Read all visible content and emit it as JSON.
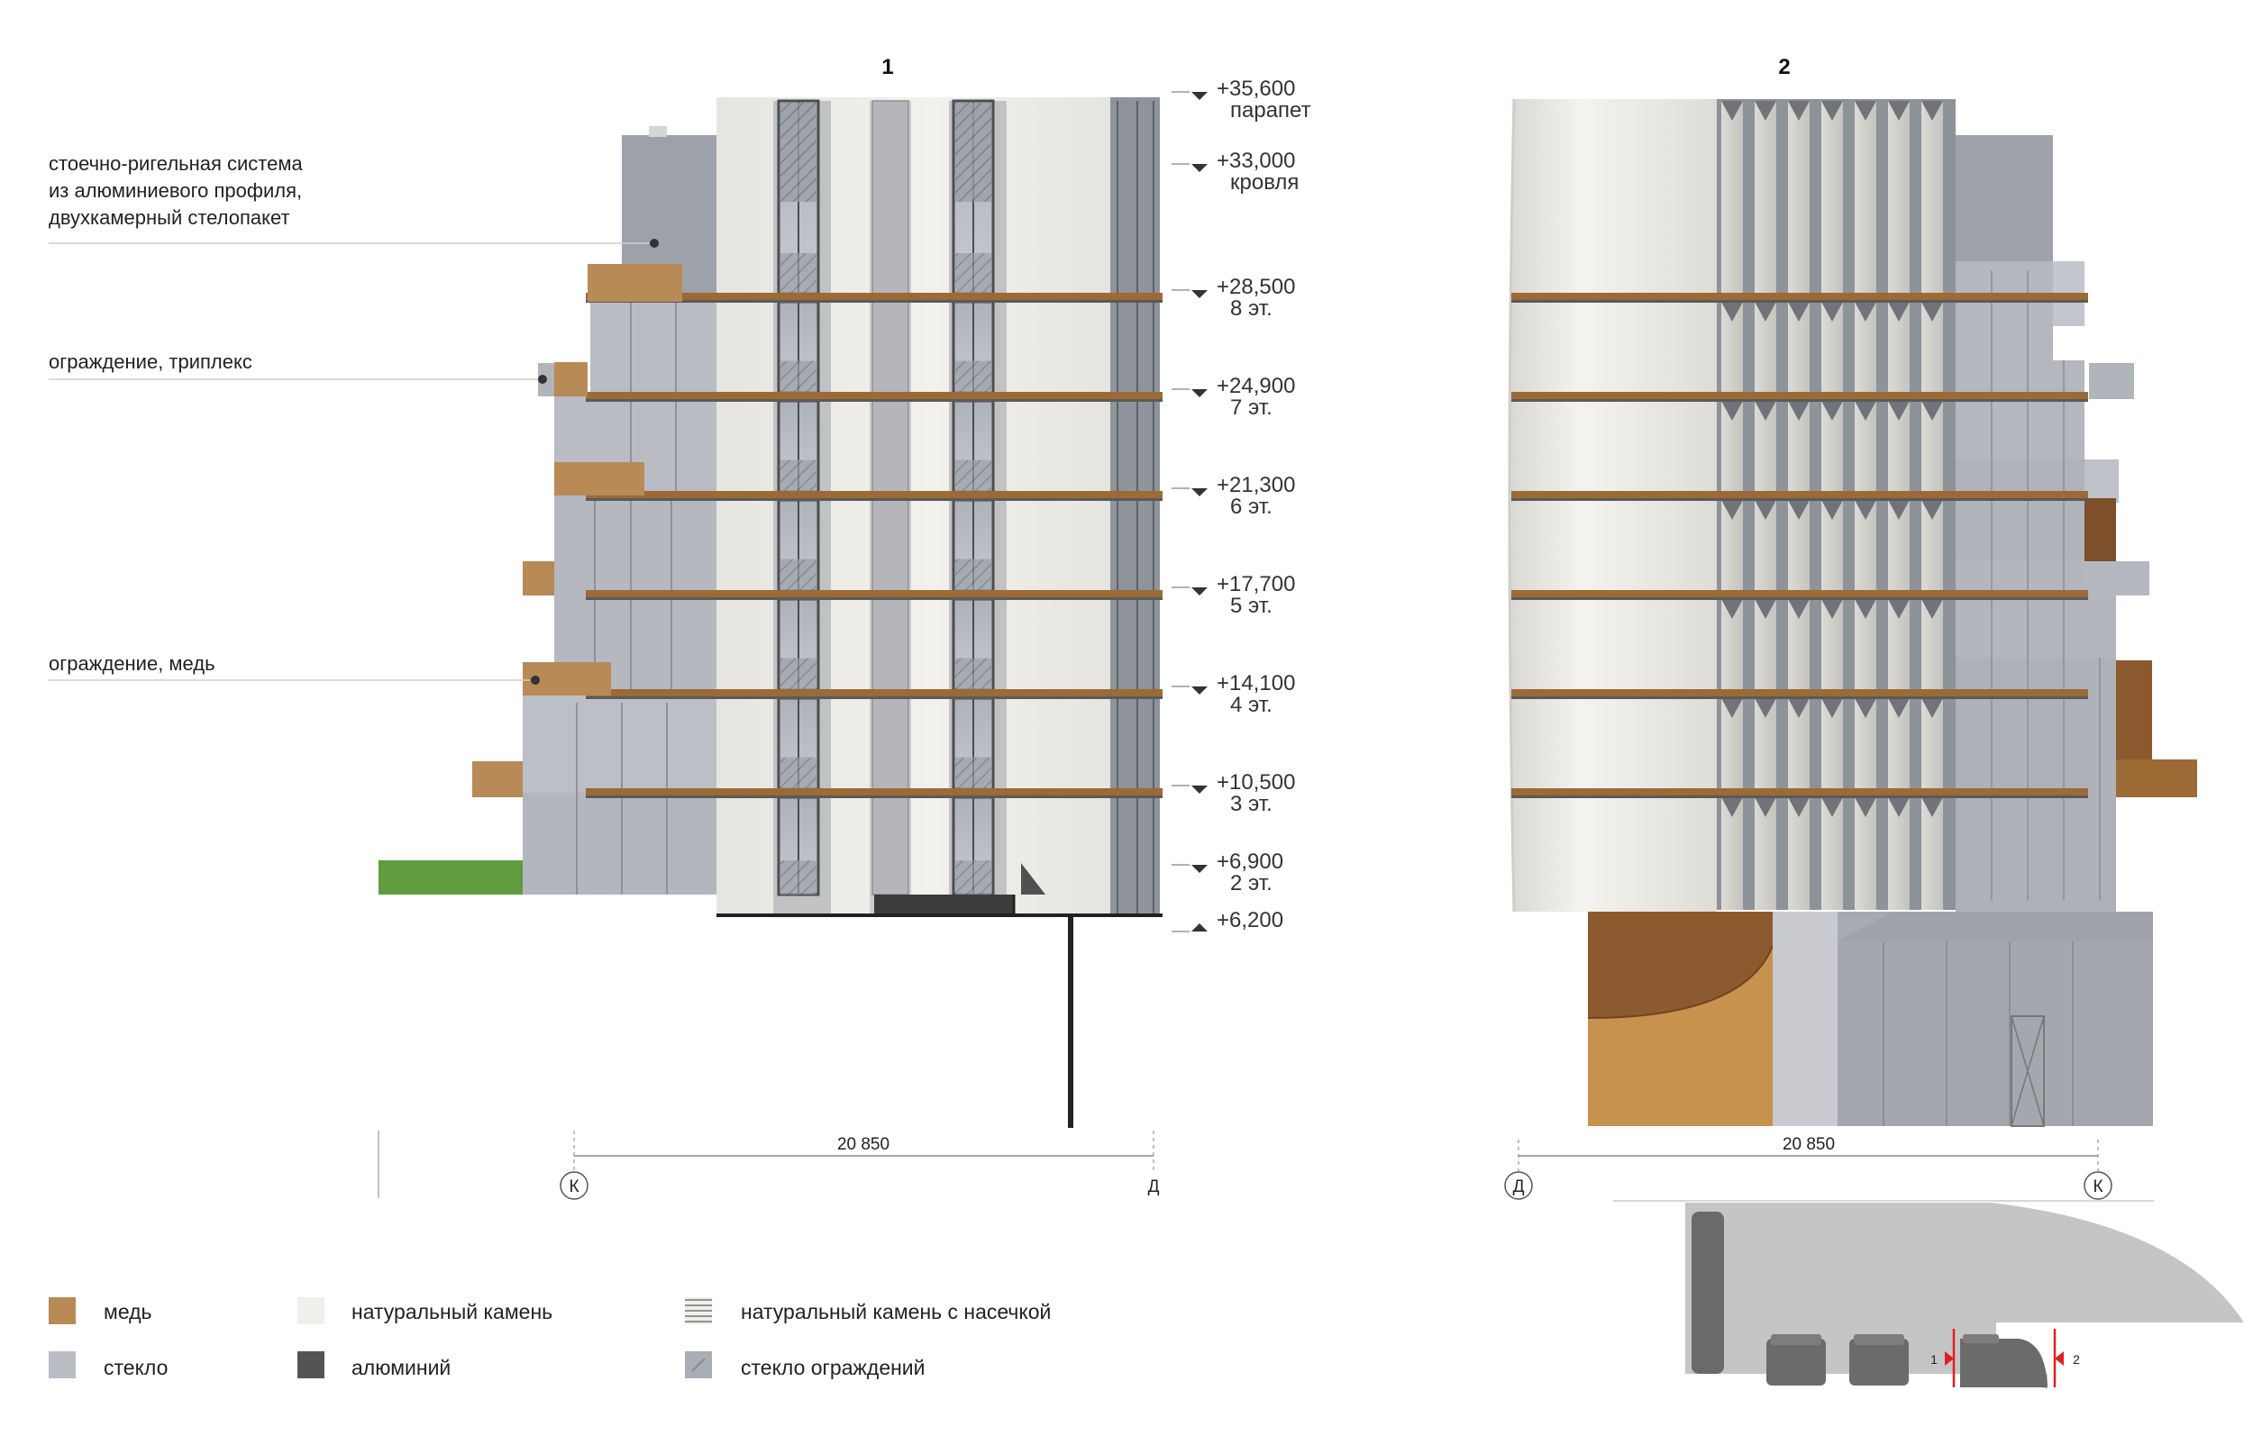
{
  "colors": {
    "copper": "#b88a55",
    "copper_dark": "#9c6a35",
    "copper_panel": "#8c5a2e",
    "glass": "#b9bcc3",
    "glass_dark": "#9da1a9",
    "stone": "#ecebe6",
    "aluminium": "#545454",
    "railing_glass": "#a9adb4",
    "grass": "#5e9c3d"
  },
  "elevation_1": {
    "title": "1",
    "notes": [
      {
        "lines": [
          "стоечно-ригельная система",
          "из алюминиевого профиля,",
          "двухкамерный стелопакет"
        ]
      },
      {
        "lines": [
          "ограждение, триплекс"
        ]
      },
      {
        "lines": [
          "ограждение, медь"
        ]
      }
    ],
    "levels": [
      {
        "mark": "+35,600",
        "label": "парапет",
        "dir": "down"
      },
      {
        "mark": "+33,000",
        "label": "кровля",
        "dir": "down"
      },
      {
        "mark": "+28,500",
        "label": "8 эт.",
        "dir": "down"
      },
      {
        "mark": "+24,900",
        "label": "7 эт.",
        "dir": "down"
      },
      {
        "mark": "+21,300",
        "label": "6 эт.",
        "dir": "down"
      },
      {
        "mark": "+17,700",
        "label": "5 эт.",
        "dir": "down"
      },
      {
        "mark": "+14,100",
        "label": "4 эт.",
        "dir": "down"
      },
      {
        "mark": "+10,500",
        "label": "3 эт.",
        "dir": "down"
      },
      {
        "mark": "+6,900",
        "label": "2 эт.",
        "dir": "down"
      },
      {
        "mark": "+6,200",
        "label": "",
        "dir": "up"
      }
    ],
    "dimension": "20 850",
    "axis_left": "К",
    "axis_right": "Д"
  },
  "elevation_2": {
    "title": "2",
    "dimension": "20 850",
    "axis_left": "Д",
    "axis_right": "К"
  },
  "key_plan": {
    "marker_1": "1",
    "marker_2": "2"
  },
  "legend": [
    {
      "swatch": "copper",
      "label": "медь"
    },
    {
      "swatch": "stone",
      "label": "натуральный камень"
    },
    {
      "swatch": "stone_notched",
      "label": "натуральный камень с насечкой"
    },
    {
      "swatch": "glass",
      "label": "стекло"
    },
    {
      "swatch": "aluminium",
      "label": "алюминий"
    },
    {
      "swatch": "railing_glass",
      "label": "стекло ограждений"
    }
  ]
}
